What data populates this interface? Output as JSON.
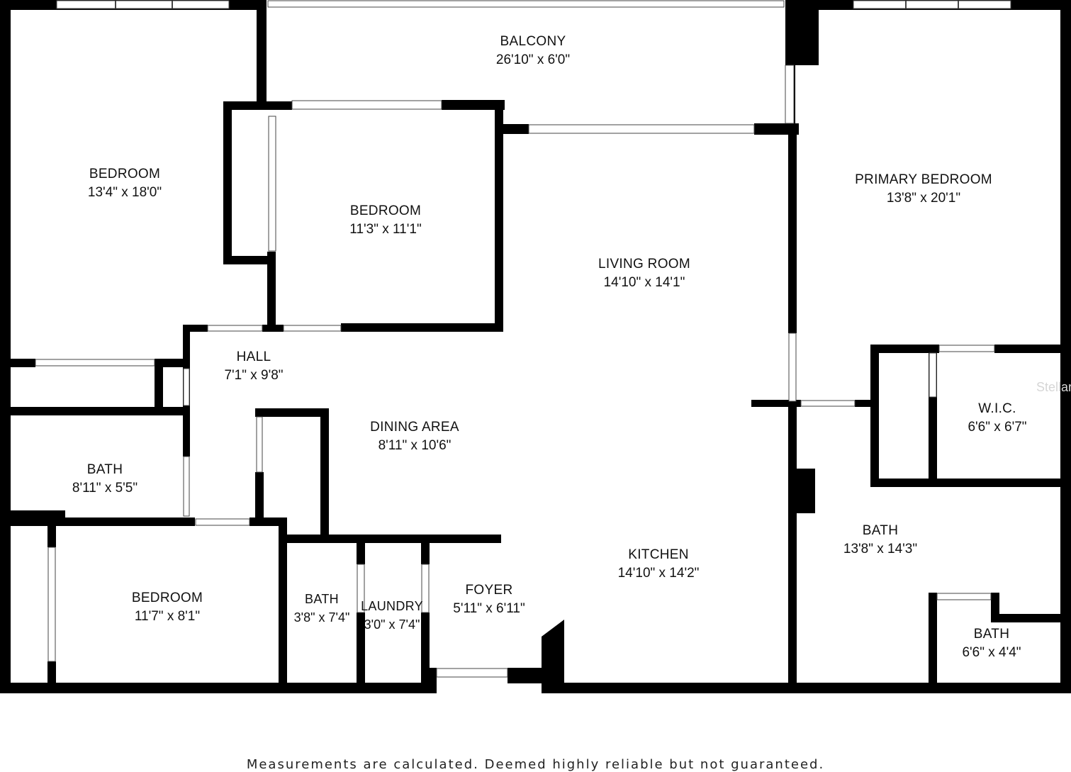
{
  "rooms": {
    "bedroom_nw": {
      "name": "BEDROOM",
      "dim": "13'4\" x 18'0\""
    },
    "balcony": {
      "name": "BALCONY",
      "dim": "26'10\" x 6'0\""
    },
    "bedroom_mid": {
      "name": "BEDROOM",
      "dim": "11'3\" x 11'1\""
    },
    "living_room": {
      "name": "LIVING ROOM",
      "dim": "14'10\" x 14'1\""
    },
    "primary_bedroom": {
      "name": "PRIMARY BEDROOM",
      "dim": "13'8\" x 20'1\""
    },
    "hall": {
      "name": "HALL",
      "dim": "7'1\" x 9'8\""
    },
    "dining_area": {
      "name": "DINING AREA",
      "dim": "8'11\" x 10'6\""
    },
    "wic": {
      "name": "W.I.C.",
      "dim": "6'6\" x 6'7\""
    },
    "bath_west": {
      "name": "BATH",
      "dim": "8'11\" x 5'5\""
    },
    "bath_primary": {
      "name": "BATH",
      "dim": "13'8\" x 14'3\""
    },
    "kitchen": {
      "name": "KITCHEN",
      "dim": "14'10\" x 14'2\""
    },
    "bedroom_sw": {
      "name": "BEDROOM",
      "dim": "11'7\" x 8'1\""
    },
    "bath_small": {
      "name": "BATH",
      "dim": "3'8\" x 7'4\""
    },
    "laundry": {
      "name": "LAUNDRY",
      "dim": "3'0\" x 7'4\""
    },
    "foyer": {
      "name": "FOYER",
      "dim": "5'11\" x 6'11\""
    },
    "bath_se": {
      "name": "BATH",
      "dim": "6'6\" x 4'4\""
    }
  },
  "footer": "Measurements are calculated. Deemed highly reliable but not guaranteed.",
  "watermark": "Stellar"
}
